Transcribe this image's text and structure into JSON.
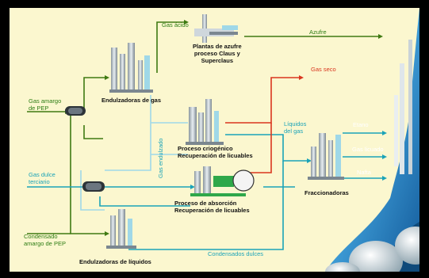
{
  "labels": {
    "gas_acido": "Gas ácido",
    "azufre": "Azufre",
    "plantas_azufre": [
      "Plantas de azufre",
      "proceso Claus y",
      "Superclaus"
    ],
    "gas_seco": "Gas seco",
    "gas_amargo": [
      "Gas amargo",
      "de PEP"
    ],
    "endulzadoras_gas": "Endulzadoras de gas",
    "proceso_criogenico": [
      "Proceso criogénico",
      "Recuperación de licuables"
    ],
    "liquidos_gas": [
      "Líquidos",
      "del gas"
    ],
    "etano": "Etano",
    "gas_licuado": "Gas licuado",
    "nafta": "Nafta",
    "gas_dulce": [
      "Gas dulce",
      "terciario"
    ],
    "gas_endulzado": "Gas endulzado",
    "proceso_absorcion": [
      "Proceso de absorción",
      "Recuperación de licuables"
    ],
    "fraccionadoras": "Fraccionadoras",
    "condensado_amargo": [
      "Condensado",
      "amargo de PEP"
    ],
    "endulzadoras_liquidos": "Endulzadoras de líquidos",
    "condensados_dulces": "Condensados dulces"
  },
  "colors": {
    "background": "#fbf7cf",
    "sour_line": "#3f7a12",
    "sweet_line": "#1aa3b8",
    "dry_gas_line": "#d9361f",
    "pale_line": "#9fd8e8"
  }
}
